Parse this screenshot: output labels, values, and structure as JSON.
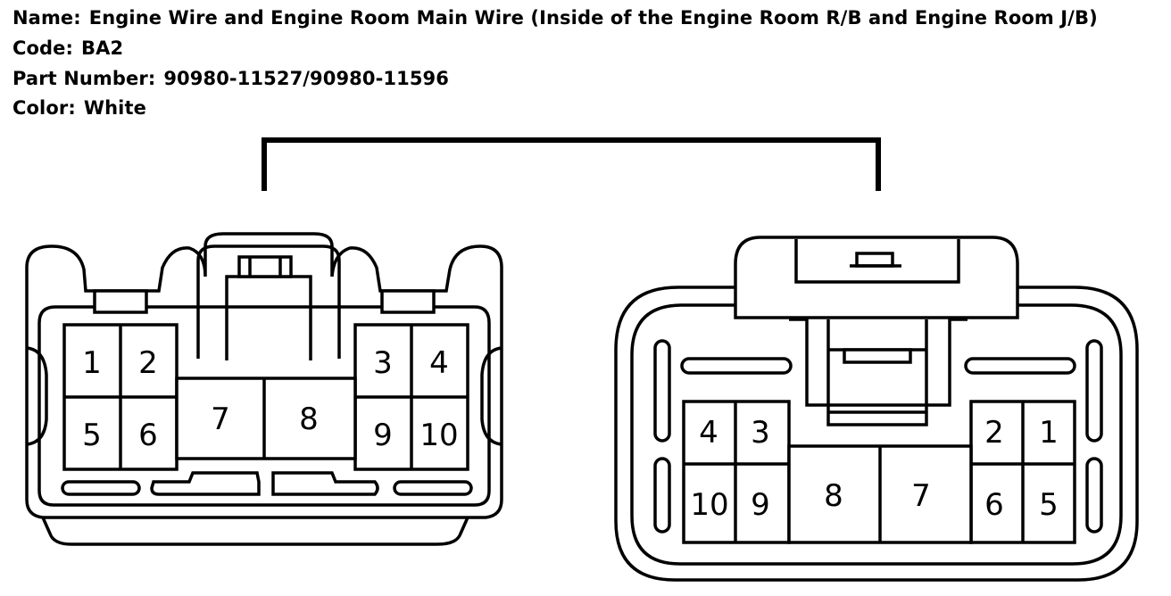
{
  "header": {
    "name_label": "Name:",
    "name_value": "Engine Wire and Engine Room Main Wire (Inside of the Engine Room R/B and Engine Room J/B)",
    "code_label": "Code:",
    "code_value": "BA2",
    "part_label": "Part Number:",
    "part_value": "90980-11527/90980-11596",
    "color_label": "Color:",
    "color_value": "White"
  },
  "left_connector": {
    "pins": [
      "1",
      "2",
      "3",
      "4",
      "5",
      "6",
      "7",
      "8",
      "9",
      "10"
    ]
  },
  "right_connector": {
    "pins": [
      "4",
      "3",
      "2",
      "1",
      "10",
      "9",
      "8",
      "7",
      "6",
      "5"
    ]
  }
}
